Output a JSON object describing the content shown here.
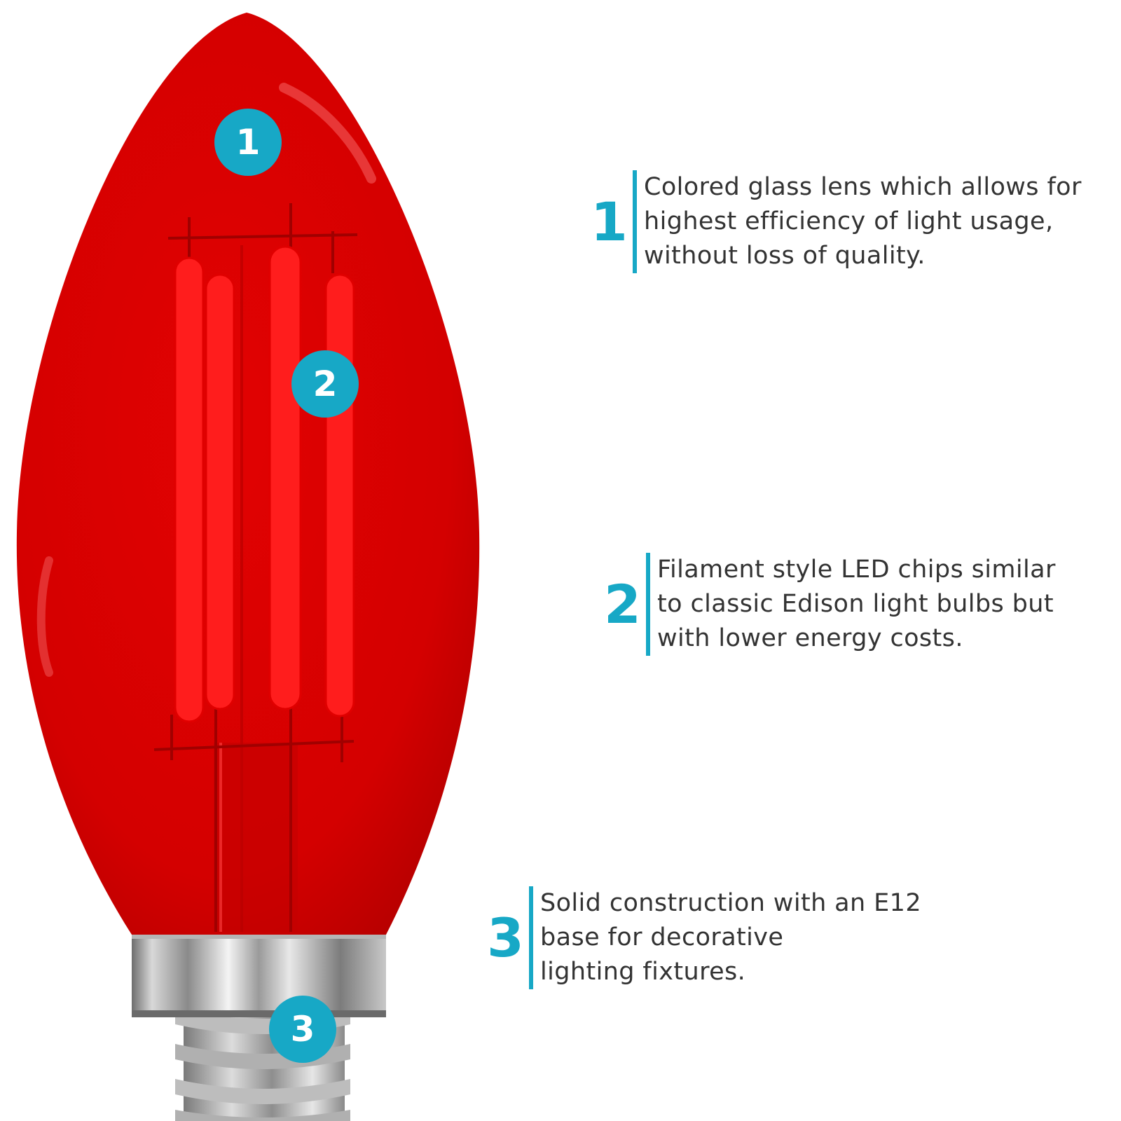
{
  "colors": {
    "accent": "#17a8c6",
    "glass": "#d90000",
    "text": "#333333"
  },
  "markers": [
    {
      "label": "1"
    },
    {
      "label": "2"
    },
    {
      "label": "3"
    }
  ],
  "features": [
    {
      "number": "1",
      "lines": [
        "Colored glass lens which allows for",
        "highest efficiency of light usage,",
        "without loss of quality."
      ]
    },
    {
      "number": "2",
      "lines": [
        "Filament style LED chips similar",
        "to classic Edison light bulbs but",
        "with lower energy costs."
      ]
    },
    {
      "number": "3",
      "lines": [
        "Solid construction with an E12",
        "base for decorative",
        "lighting fixtures."
      ]
    }
  ]
}
